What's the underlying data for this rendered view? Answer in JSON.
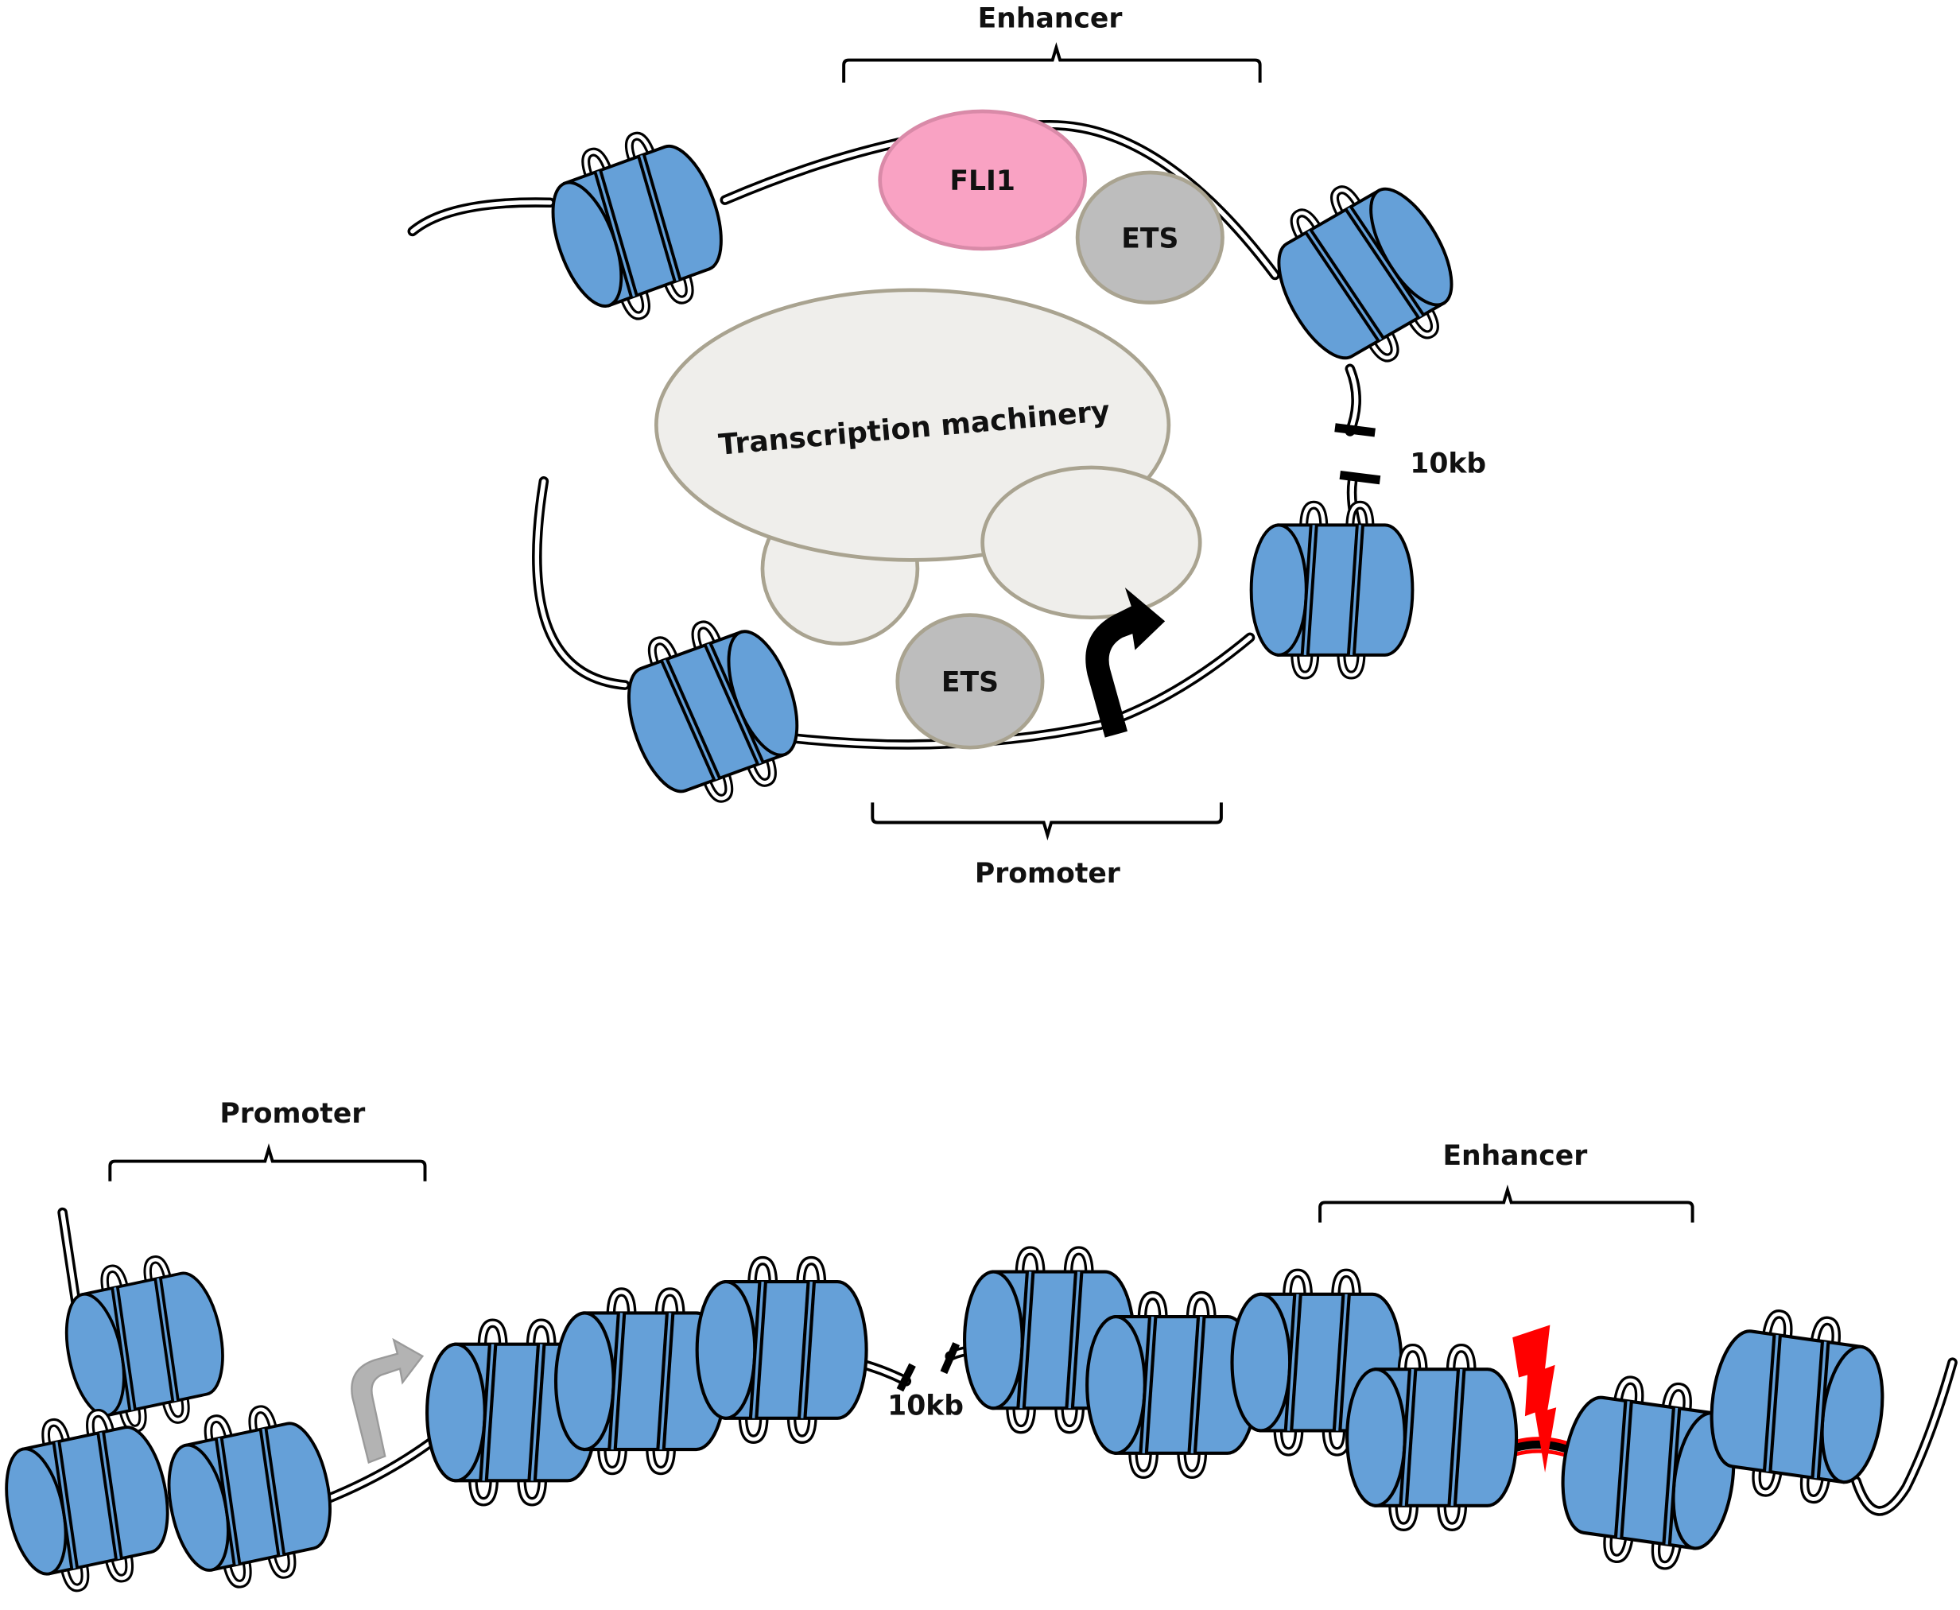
{
  "colors": {
    "nucleosome": "#65a0d8",
    "fli1": "#f9a2c3",
    "fli1_stroke": "#d98aa8",
    "ets": "#bdbdbd",
    "protein_stroke": "#a9a390",
    "machinery": "#efeeeb",
    "inactive_arrow": "#b3b3b3",
    "damage": "#ff0000"
  },
  "active_state": {
    "enhancer_label": "Enhancer",
    "promoter_label": "Promoter",
    "fli1_label": "FLI1",
    "ets_top_label": "ETS",
    "ets_bottom_label": "ETS",
    "machinery_label": "Transcription machinery",
    "distance_label": "10kb"
  },
  "inactive_state": {
    "promoter_label": "Promoter",
    "enhancer_label": "Enhancer",
    "distance_label": "10kb"
  }
}
